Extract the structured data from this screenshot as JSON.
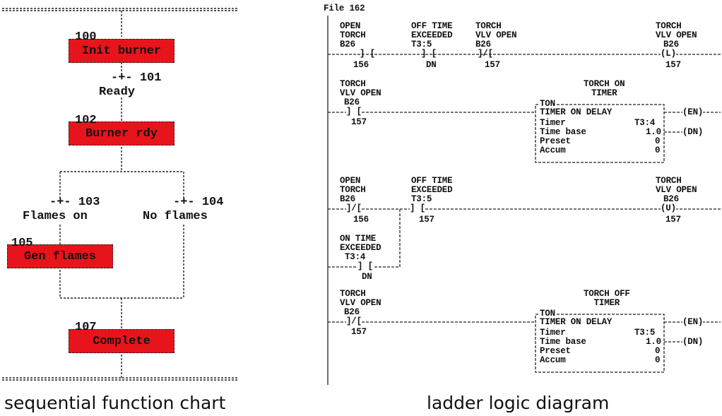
{
  "sfc": {
    "steps": [
      {
        "num": "100",
        "label": "Init burner"
      },
      {
        "num": "102",
        "label": "Burner rdy"
      },
      {
        "num": "105",
        "label": "Gen flames"
      },
      {
        "num": "107",
        "label": "Complete"
      }
    ],
    "transitions": [
      {
        "num": "101",
        "label": "Ready"
      },
      {
        "num": "103",
        "label": "Flames on"
      },
      {
        "num": "104",
        "label": "No flames"
      }
    ],
    "step_color": "#e8141b",
    "caption": "sequential function chart"
  },
  "ladder": {
    "file_label": "File 162",
    "caption": "ladder logic diagram",
    "rungs": [
      {
        "contacts": [
          {
            "desc": "OPEN\nTORCH",
            "addr": "B26",
            "bit": "156"
          },
          {
            "desc": "OFF TIME\nEXCEEDED",
            "addr": "T3:5",
            "bit": "DN"
          },
          {
            "desc": "TORCH\nVLV OPEN",
            "addr": "B26",
            "bit": "157"
          }
        ],
        "coil": {
          "desc": "TORCH\nVLV OPEN",
          "addr": "B26",
          "type": "(L)",
          "bit": "157"
        }
      },
      {
        "contacts": [
          {
            "desc": "TORCH\nVLV OPEN",
            "addr": "B26",
            "bit": "157"
          }
        ],
        "timer": {
          "title": "TORCH ON\nTIMER",
          "block": "TON",
          "name": "TIMER ON DELAY",
          "rows": [
            {
              "label": "Timer",
              "value": "T3:4"
            },
            {
              "label": "Time base",
              "value": "1.0"
            },
            {
              "label": "Preset",
              "value": "0"
            },
            {
              "label": "Accum",
              "value": "0"
            }
          ],
          "outputs": [
            "(EN)",
            "(DN)"
          ]
        }
      },
      {
        "contacts": [
          {
            "desc": "OPEN\nTORCH",
            "addr": "B26",
            "bit": "156"
          },
          {
            "desc": "OFF TIME\nEXCEEDED",
            "addr": "T3:5",
            "bit": "157"
          },
          {
            "desc": "ON TIME\nEXCEEDED",
            "addr": "T3:4",
            "bit": "DN"
          }
        ],
        "coil": {
          "desc": "TORCH\nVLV OPEN",
          "addr": "B26",
          "type": "(U)",
          "bit": "157"
        }
      },
      {
        "contacts": [
          {
            "desc": "TORCH\nVLV OPEN",
            "addr": "B26",
            "bit": "157"
          }
        ],
        "timer": {
          "title": "TORCH OFF\nTIMER",
          "block": "TON",
          "name": "TIMER ON DELAY",
          "rows": [
            {
              "label": "Timer",
              "value": "T3:5"
            },
            {
              "label": "Time base",
              "value": "1.0"
            },
            {
              "label": "Preset",
              "value": "0"
            },
            {
              "label": "Accum",
              "value": "0"
            }
          ],
          "outputs": [
            "(EN)",
            "(DN)"
          ]
        }
      }
    ]
  }
}
